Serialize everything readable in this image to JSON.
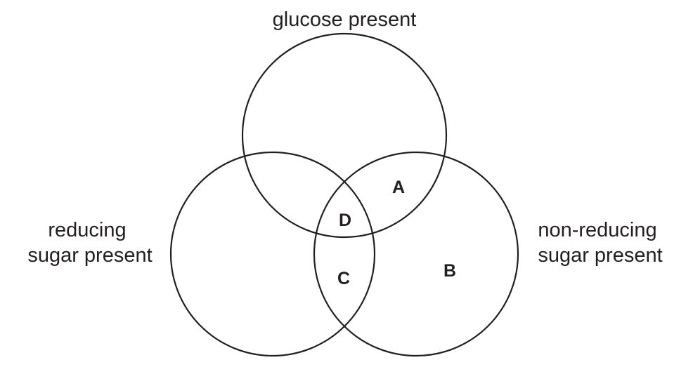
{
  "sets": {
    "glucose": {
      "label": "glucose present"
    },
    "reducing": {
      "label_lines": [
        "reducing",
        "sugar present"
      ]
    },
    "non_reducing": {
      "label_lines": [
        "non-reducing",
        "sugar present"
      ]
    }
  },
  "regions": {
    "a": "A",
    "b": "B",
    "c": "C",
    "d": "D"
  }
}
